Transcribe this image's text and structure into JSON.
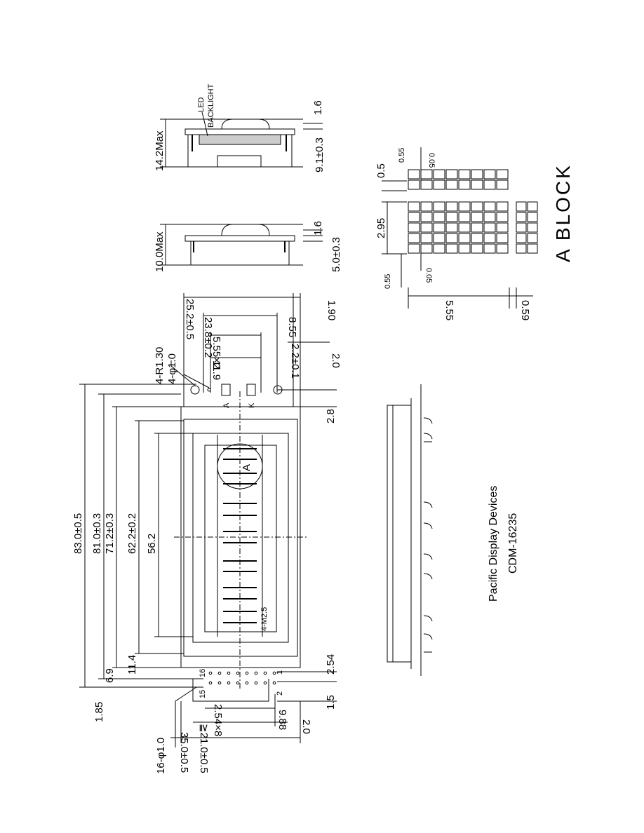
{
  "title": {
    "company": "Pacific Display Devices",
    "model": "CDM-16235"
  },
  "labels": {
    "led_backlight": [
      "LED",
      "BACKLIGHT"
    ],
    "a_block": "A BLOCK",
    "a_mark": "A",
    "k_mark": "K",
    "callout_a": "A",
    "bolt": "4-M2.5",
    "hole_r": "4-R1.30",
    "hole_d": "4-φ1.0",
    "pin_holes": "16-φ1.0",
    "pin_1": "1",
    "pin_2": "2",
    "pin_15": "15",
    "pin_16": "16"
  },
  "dimensions": {
    "overall_length": "83.0±0.5",
    "hole_pitch": "81.0±0.3",
    "va": "71.2±0.3",
    "aa": "62.2±0.2",
    "char_span": "56.2",
    "d11_4": "11.4",
    "d6_9": "6.9",
    "d1_85": "1.85",
    "pitch_pins": "2.54",
    "d1_5": "1.5",
    "d2_0": "2.0",
    "pins_span": "2.54×8",
    "d9_88": "9.88",
    "width_inner": "≧21.0±0.5",
    "width_overall": "35.0±0.5",
    "d25": "25.2±0.5",
    "d23_8": "23.8±0.2",
    "d8_55": "8.55",
    "d1_90": "1.90",
    "d5_55x2": "5.55×2",
    "d11_9": "11.9",
    "d2_2": "2.2±0.1",
    "d2_0b": "2.0",
    "d2_8": "2.8",
    "h10": "10.0Max",
    "h1_6a": "1.6",
    "h5_0": "5.0±0.3",
    "h14_2": "14.2Max",
    "h1_6b": "1.6",
    "h9_1": "9.1±0.3",
    "b0_5": "0.5",
    "b2_95": "2.95",
    "b0_55": "0.55",
    "b5_55": "5.55",
    "b0_59": "0.59",
    "b0_55a": "0.55",
    "b0_05a": "0.05",
    "b0_05b": "0.05"
  }
}
